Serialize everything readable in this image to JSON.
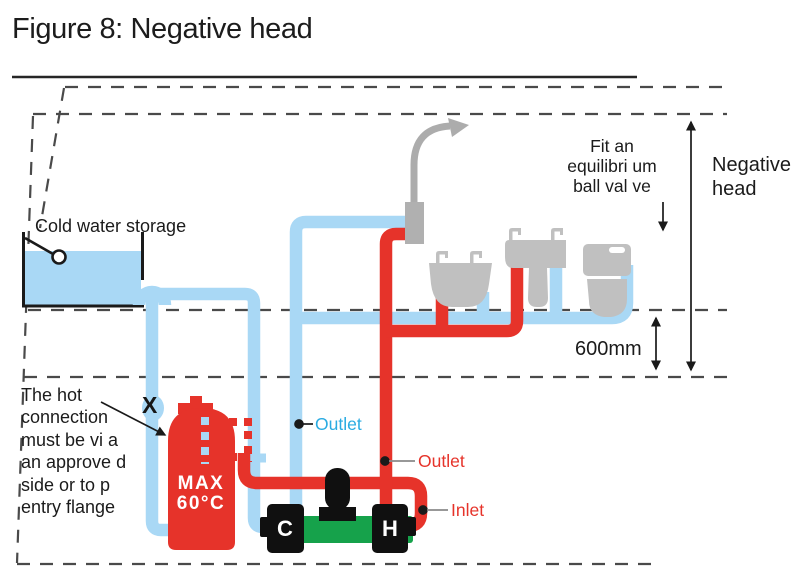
{
  "title": "Figure 8: Negative head",
  "colors": {
    "cold_pipe": "#A9D8F5",
    "hot": "#E6332A",
    "cold_label_blue": "#29ABE2",
    "pump_green": "#16A24B",
    "fixture_gray": "#C0C0C0",
    "hardware_gray": "#B0B0B0",
    "line_black": "#1A1A1A"
  },
  "diagram": {
    "tank_label": "Cold water storage",
    "valve_note": {
      "line1": "Fit an",
      "line2": "equilibri um",
      "line3": "ball val ve"
    },
    "negative_head": {
      "line1": "Negative",
      "line2": "head"
    },
    "dimension": "600mm",
    "hot_note": {
      "line1": "The hot",
      "line2": "connection",
      "line3": "must be vi a",
      "line4": "an approve d",
      "line5": "side or to p",
      "line6": "entry flange"
    },
    "cylinder": {
      "line1": "MAX",
      "line2": "60°C"
    },
    "pump": {
      "cold_port": "C",
      "hot_port": "H"
    },
    "cold_outlet_label": "Outlet",
    "hot_outlet_label": "Outlet",
    "hot_inlet_label": "Inlet",
    "x_marker": "X"
  }
}
